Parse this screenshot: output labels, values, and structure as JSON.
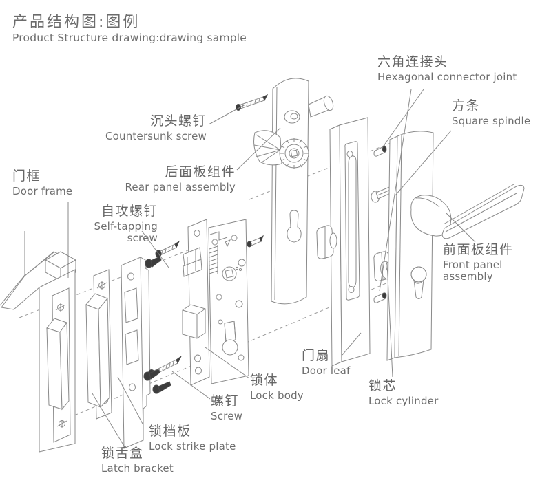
{
  "title": {
    "cn": "产品结构图:图例",
    "en": "Product Structure drawing:drawing sample"
  },
  "labels": {
    "countersunk_screw": {
      "cn": "沉头螺钉",
      "en": "Countersunk screw"
    },
    "rear_panel": {
      "cn": "后面板组件",
      "en": "Rear panel assembly"
    },
    "door_frame": {
      "cn": "门框",
      "en": "Door frame"
    },
    "self_tapping_screw": {
      "cn": "自攻螺钉",
      "en": "Self-tapping screw"
    },
    "hex_connector": {
      "cn": "六角连接头",
      "en": "Hexagonal connector joint"
    },
    "square_spindle": {
      "cn": "方条",
      "en": "Square spindle"
    },
    "front_panel": {
      "cn": "前面板组件",
      "en": "Front panel assembly"
    },
    "door_leaf": {
      "cn": "门扇",
      "en": "Door leaf"
    },
    "lock_cylinder": {
      "cn": "锁芯",
      "en": "Lock cylinder"
    },
    "lock_body": {
      "cn": "锁体",
      "en": "Lock body"
    },
    "screw": {
      "cn": "螺钉",
      "en": "Screw"
    },
    "strike_plate": {
      "cn": "锁档板",
      "en": "Lock strike plate"
    },
    "latch_bracket": {
      "cn": "锁舌盒",
      "en": "Latch bracket"
    }
  },
  "colors": {
    "line": "#8a8a8a",
    "text": "#6b6b6b",
    "dashed": "#9a9a9a",
    "dark": "#3c3c3c",
    "background": "#ffffff"
  }
}
